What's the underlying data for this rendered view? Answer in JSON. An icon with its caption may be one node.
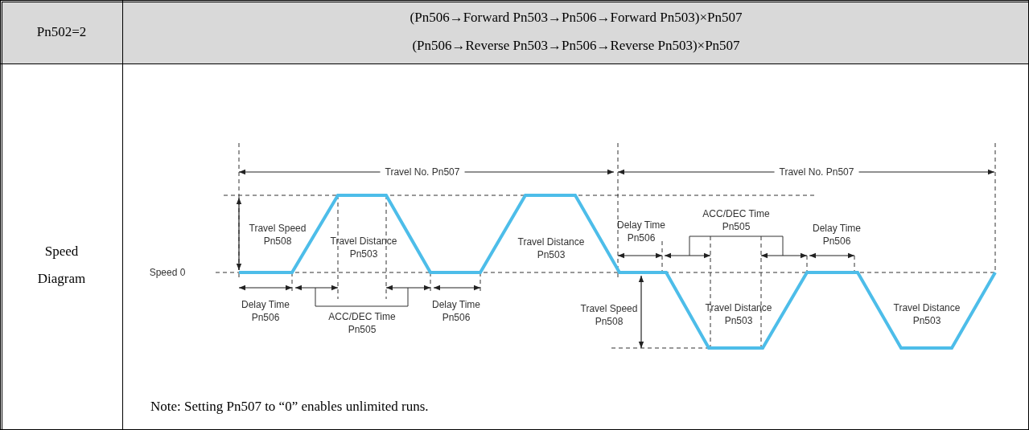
{
  "diagram": {
    "labels": [
      "Pn502=2",
      "(Pn506→Forward Pn503→Pn506→Forward Pn503)×Pn507",
      "(Pn506→Reverse Pn503→Pn506→Reverse Pn503)×Pn507",
      "Speed Diagram",
      "Travel No. Pn507",
      "Travel No. Pn507",
      "Travel Speed Pn508",
      "Travel Distance Pn503",
      "Travel Distance Pn503",
      "Delay Time Pn506",
      "ACC/DEC Time Pn505",
      "Delay Time Pn506",
      "Speed 0",
      "Delay Time Pn506",
      "ACC/DEC Time Pn505",
      "Delay Time Pn506",
      "Travel Speed Pn508",
      "Travel Distance Pn503",
      "Travel Distance Pn503",
      "Note: Setting Pn507 to “0” enables unlimited runs."
    ]
  }
}
